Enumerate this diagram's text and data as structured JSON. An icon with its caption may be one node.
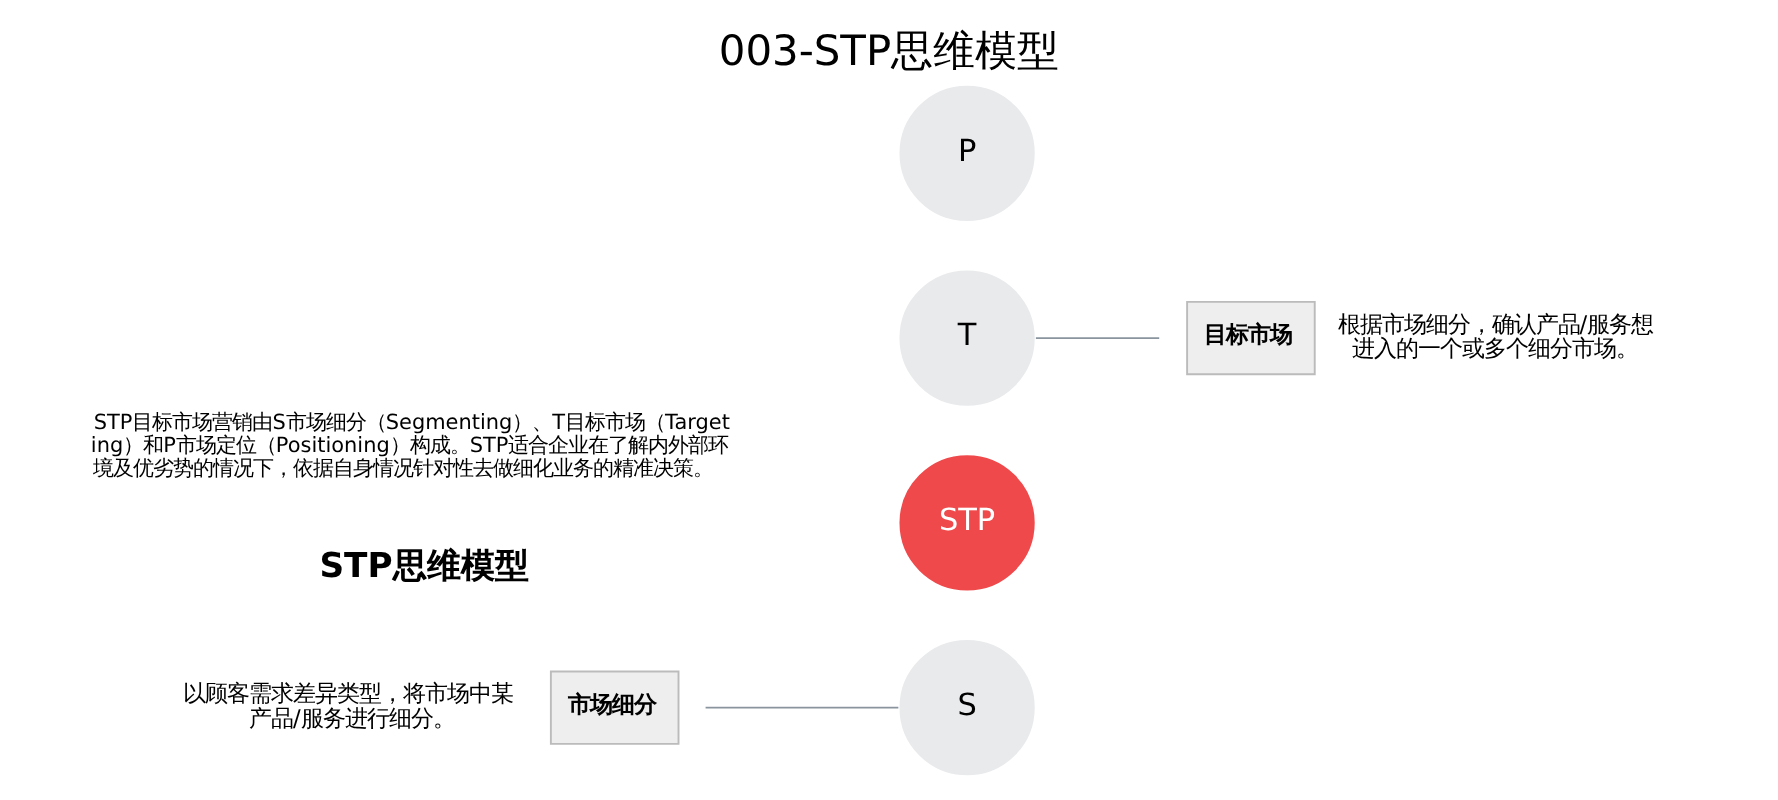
{
  "diagram": {
    "title": "003-STP思维模型",
    "nodes": [
      {
        "text": [
          "S"
        ]
      },
      {
        "text": [
          "STP"
        ]
      },
      {
        "text": [
          "T"
        ]
      },
      {
        "text": [
          "P"
        ]
      },
      {
        "text": [
          "市场细分"
        ],
        "beside": [
          "以顾客需求差异类型，将市场中某产品/服务进行细分。"
        ]
      },
      {
        "text": [
          "目标市场"
        ],
        "beside": [
          "根据市场细分，确认产品/服务想进入的一个或多个细分市场。"
        ]
      }
    ],
    "edges": [
      {
        "from": 4,
        "to": 0,
        "arrow": "none"
      },
      {
        "from": 2,
        "to": 5,
        "arrow": "none"
      }
    ],
    "labels": [
      "STP思维模型",
      "STP目标市场营销由S市场细分（Segmenting）、T目标市场（Targeting）和P市场定位（Positioning）构成。STP适合企业在了解内外部环境及优劣势的情况下，依据自身情况针对性去做细化业务的精准决策。"
    ]
  }
}
